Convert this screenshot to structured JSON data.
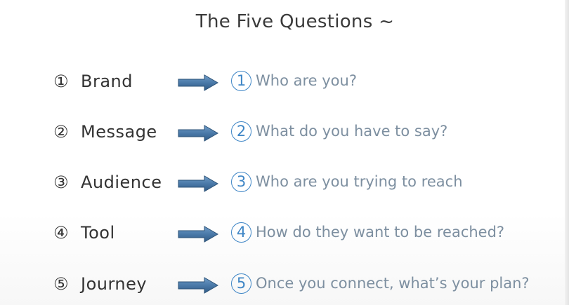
{
  "slide": {
    "title": "The Five Questions ~",
    "colors": {
      "accent": "#3f86c6",
      "question_text": "#7d8fa0",
      "label_text": "#333333",
      "arrow_fill": "#4a79a8"
    },
    "rows": [
      {
        "num": "①",
        "label": "Brand",
        "qnum": "1",
        "question": "Who are you?"
      },
      {
        "num": "②",
        "label": "Message",
        "qnum": "2",
        "question": "What do you have to say?"
      },
      {
        "num": "③",
        "label": "Audience",
        "qnum": "3",
        "question": "Who are you trying to reach"
      },
      {
        "num": "④",
        "label": "Tool",
        "qnum": "4",
        "question": "How do they want to be reached?"
      },
      {
        "num": "⑤",
        "label": "Journey",
        "qnum": "5",
        "question": "Once you connect, what’s your plan?"
      }
    ]
  }
}
